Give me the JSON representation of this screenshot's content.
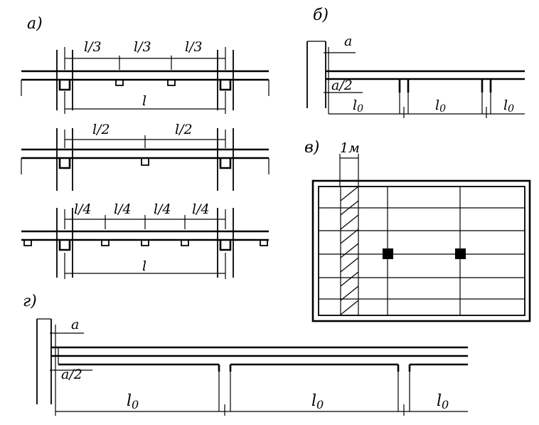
{
  "panels": {
    "a": {
      "label": "а)"
    },
    "b": {
      "label": "б)"
    },
    "v": {
      "label": "в)"
    },
    "g": {
      "label": "г)"
    }
  },
  "dims": {
    "l3": "l/3",
    "l2": "l/2",
    "l4": "l/4",
    "l": "l",
    "l0": "l",
    "l0_sub": "0",
    "a": "a",
    "a2": "a/2",
    "m1": "1м"
  }
}
